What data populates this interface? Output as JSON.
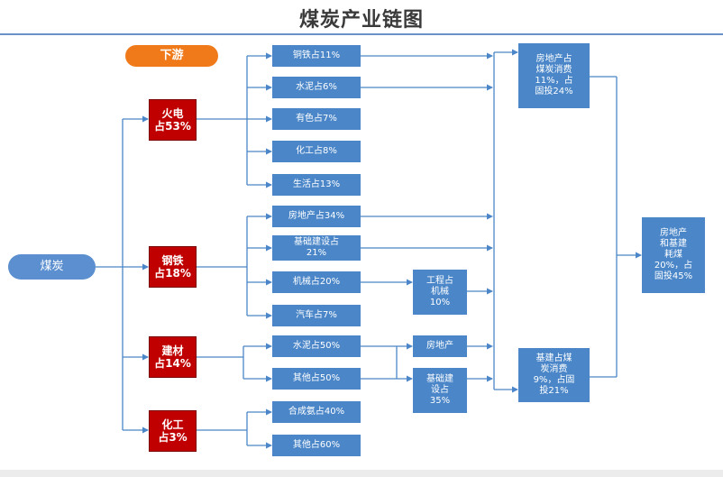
{
  "title": "煤炭产业链图",
  "legend_label": "下游",
  "root": "煤炭",
  "sectors": {
    "power": "火电\n占53%",
    "steel": "钢铁\n占18%",
    "building": "建材\n占14%",
    "chemical": "化工\n占3%"
  },
  "power_items": [
    "铜铁占11%",
    "水泥占6%",
    "有色占7%",
    "化工占8%",
    "生活占13%"
  ],
  "steel_items": [
    "房地产占34%",
    "基础建设占\n21%",
    "机械占20%",
    "汽车占7%"
  ],
  "building_items": [
    "水泥占50%",
    "其他占50%"
  ],
  "chemical_items": [
    "合成氨占40%",
    "其他占60%"
  ],
  "intermediate": {
    "machinery": "工程占\n机械\n10%",
    "real_estate": "房地产",
    "infrastructure": "基础建\n设占\n35%"
  },
  "summaries": {
    "real_estate": "房地产占\n煤炭消费\n11%，占\n固投24%",
    "infrastructure": "基建占煤\n炭消费\n9%，占固\n投21%",
    "total": "房地产\n和基建\n耗煤\n20%，占\n固投45%"
  }
}
